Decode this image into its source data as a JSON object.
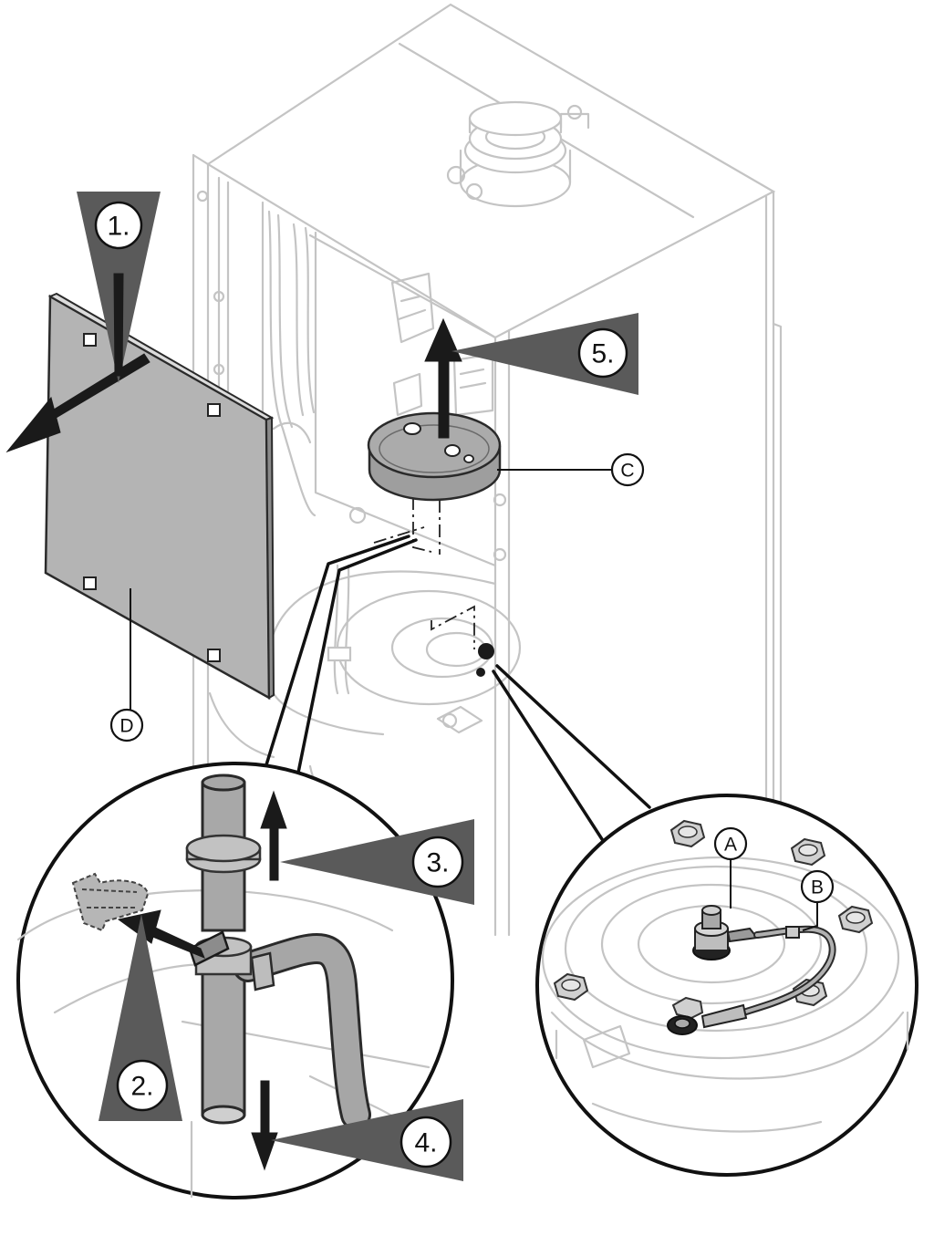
{
  "steps": [
    {
      "id": "1",
      "label": "1."
    },
    {
      "id": "2",
      "label": "2."
    },
    {
      "id": "3",
      "label": "3."
    },
    {
      "id": "4",
      "label": "4."
    },
    {
      "id": "5",
      "label": "5."
    }
  ],
  "parts": {
    "A": "A",
    "B": "B",
    "C": "C",
    "D": "D"
  },
  "colors": {
    "step_triangle": "#5a5a5a",
    "component_gray": "#a8a8a8",
    "background_lines": "#c4c4c4"
  }
}
